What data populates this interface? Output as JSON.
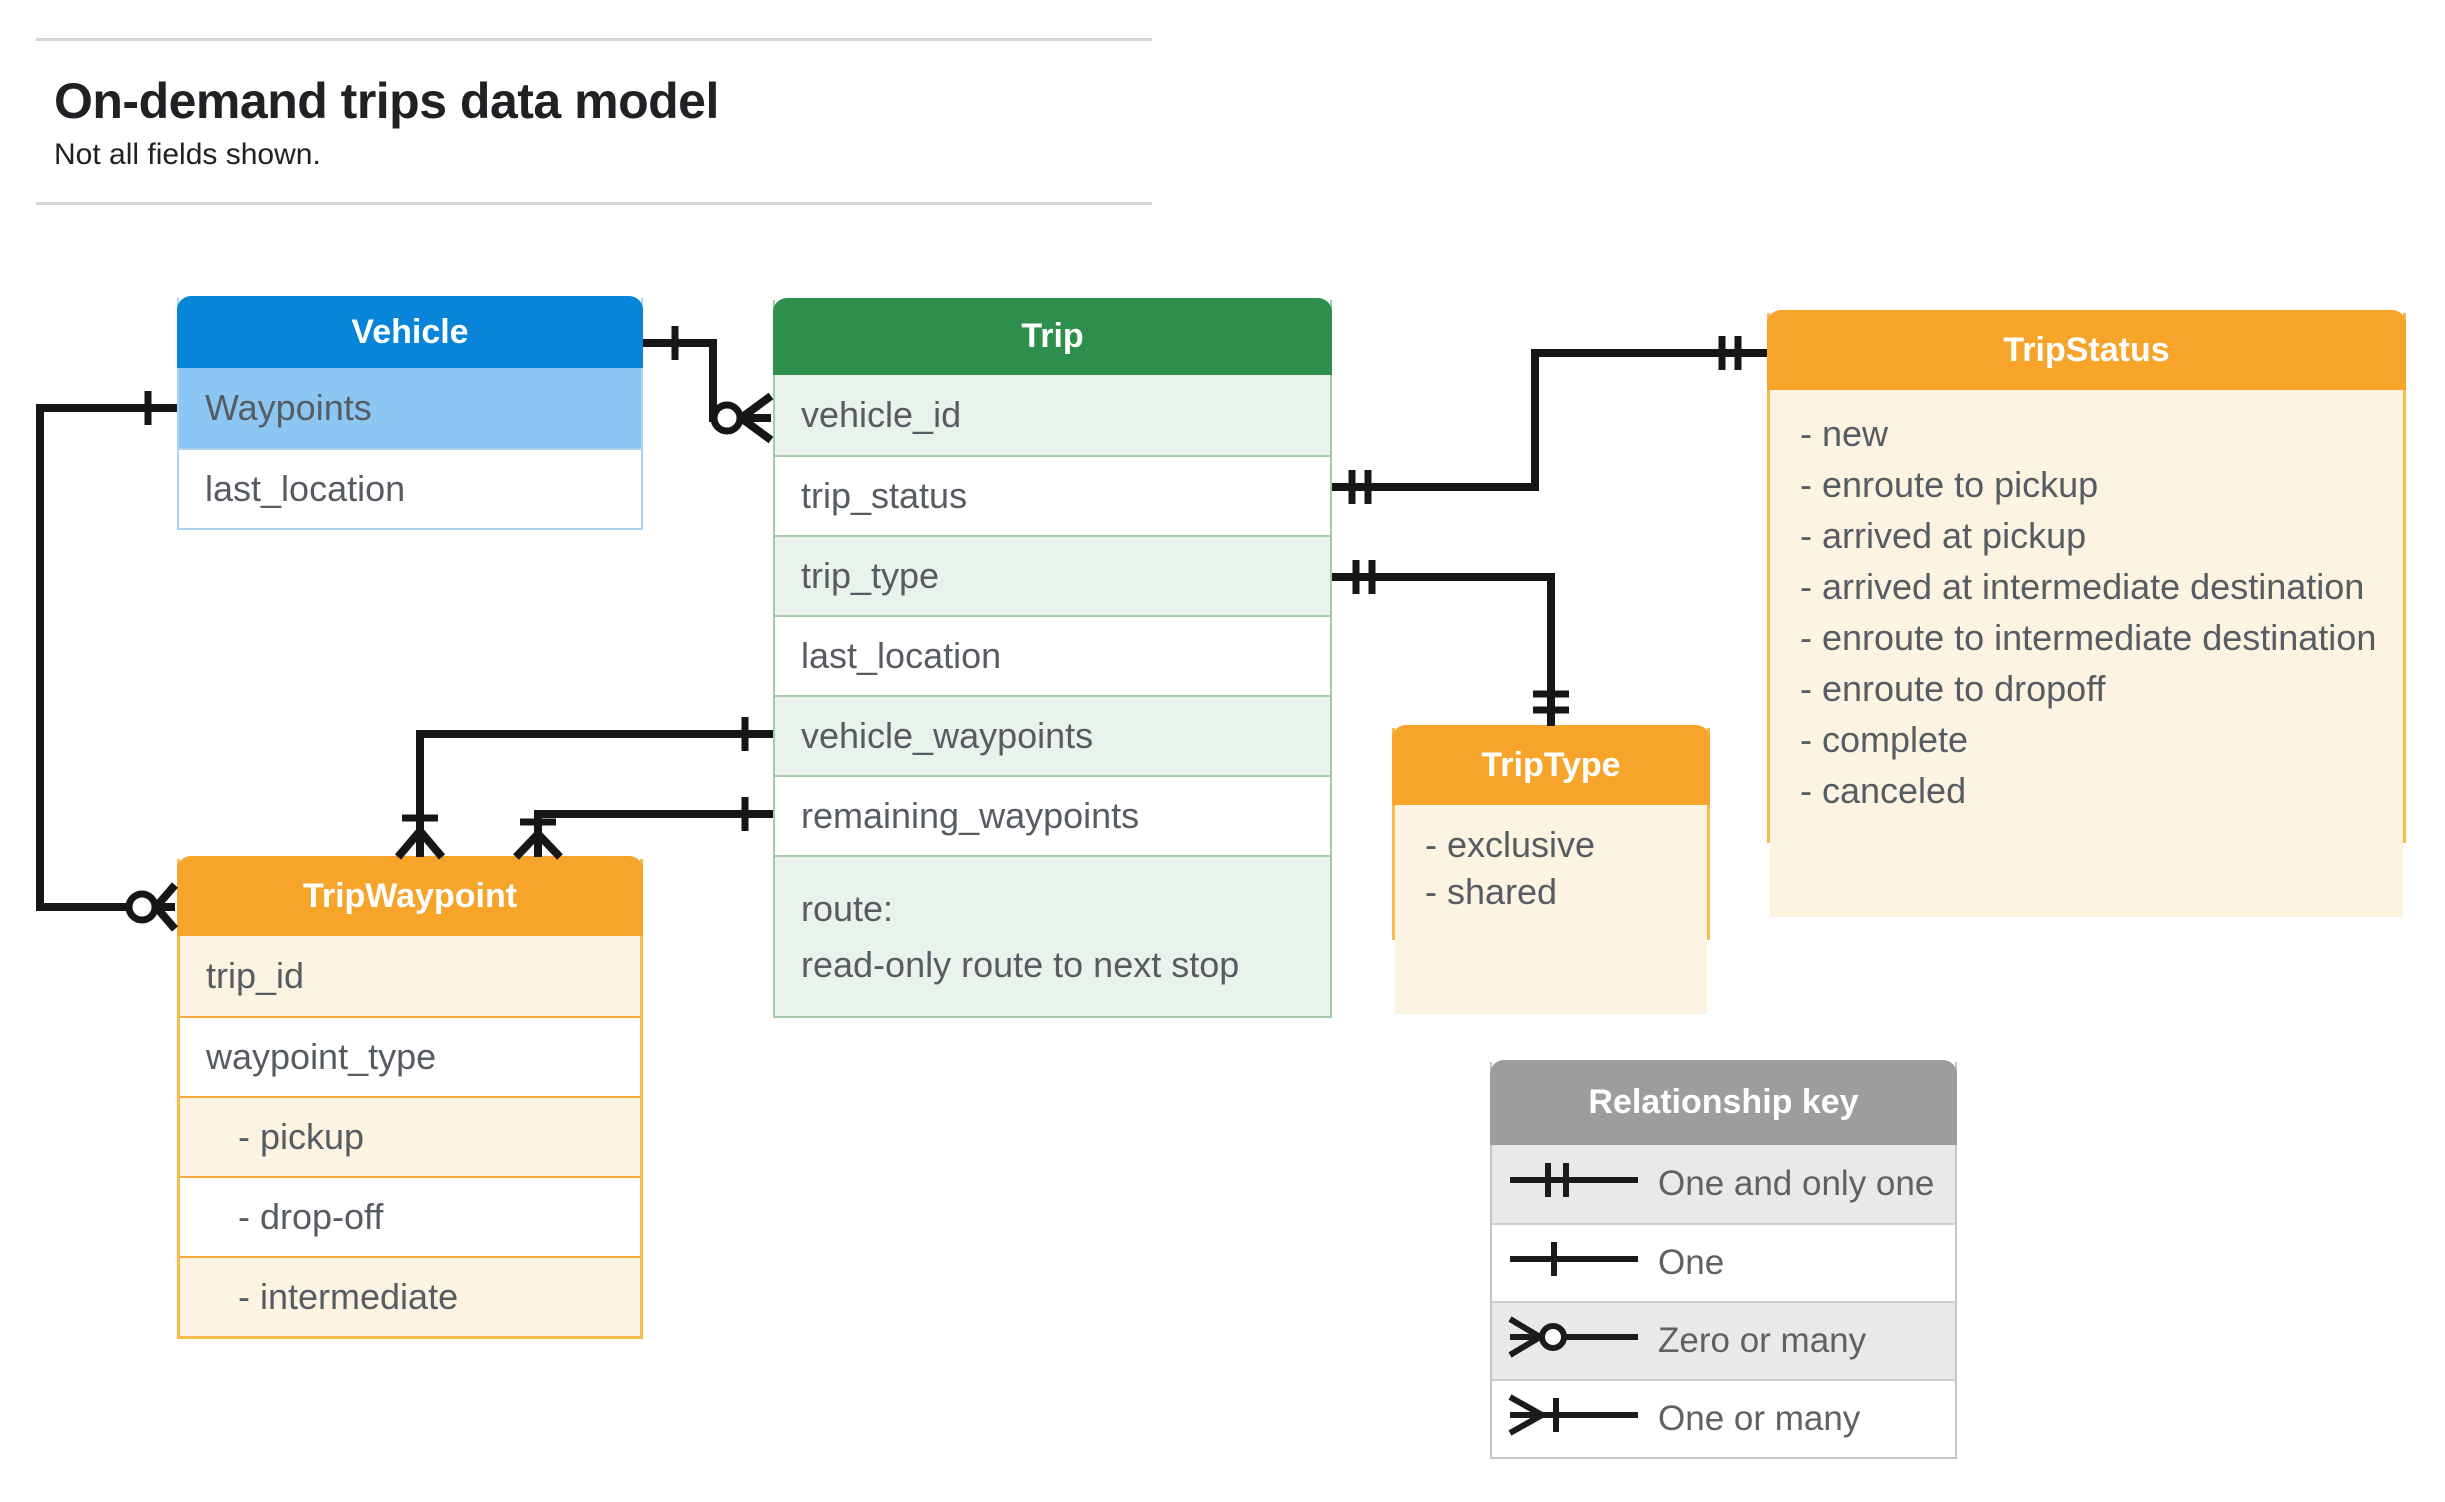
{
  "page": {
    "title": "On-demand trips data model",
    "subtitle": "Not all fields shown."
  },
  "entities": [
    {
      "id": "vehicle",
      "name": "Vehicle",
      "theme": "blue",
      "rows": [
        {
          "label": "Waypoints",
          "bg": "highlight"
        },
        {
          "label": "last_location",
          "bg": "plain"
        }
      ]
    },
    {
      "id": "trip",
      "name": "Trip",
      "theme": "green",
      "rows": [
        {
          "label": "vehicle_id",
          "bg": "tint"
        },
        {
          "label": "trip_status",
          "bg": "plain"
        },
        {
          "label": "trip_type",
          "bg": "tint"
        },
        {
          "label": "last_location",
          "bg": "plain"
        },
        {
          "label": "vehicle_waypoints",
          "bg": "tint"
        },
        {
          "label": "remaining_waypoints",
          "bg": "plain"
        },
        {
          "label": "route:",
          "label_line2": "read-only route to next stop",
          "bg": "tint",
          "tall": true
        }
      ]
    },
    {
      "id": "trip-status",
      "name": "TripStatus",
      "theme": "orange",
      "items": [
        "- new",
        "- enroute to pickup",
        "- arrived at pickup",
        "- arrived at intermediate destination",
        "- enroute to intermediate destination",
        "- enroute to dropoff",
        "- complete",
        "- canceled"
      ]
    },
    {
      "id": "trip-type",
      "name": "TripType",
      "theme": "orange",
      "items": [
        "- exclusive",
        "- shared"
      ]
    },
    {
      "id": "trip-waypoint",
      "name": "TripWaypoint",
      "theme": "orange",
      "rows": [
        {
          "label": "trip_id",
          "bg": "tint"
        },
        {
          "label": "waypoint_type",
          "bg": "plain"
        },
        {
          "label": "- pickup",
          "bg": "tint",
          "indent": true
        },
        {
          "label": "- drop-off",
          "bg": "plain",
          "indent": true
        },
        {
          "label": "- intermediate",
          "bg": "tint",
          "indent": true
        }
      ]
    }
  ],
  "legend": {
    "title": "Relationship key",
    "rows": [
      {
        "symbol": "one-and-only-one",
        "label": "One and only one",
        "bg": "tint"
      },
      {
        "symbol": "one",
        "label": "One",
        "bg": "plain"
      },
      {
        "symbol": "zero-or-many",
        "label": "Zero or many",
        "bg": "tint"
      },
      {
        "symbol": "one-or-many",
        "label": "One or many",
        "bg": "plain"
      }
    ]
  },
  "connectors": [
    {
      "from": "Vehicle",
      "to": "Trip.vehicle_id",
      "from_cardinality": "one",
      "to_cardinality": "zero-or-many"
    },
    {
      "from": "Vehicle.Waypoints",
      "to": "TripWaypoint",
      "from_cardinality": "one",
      "to_cardinality": "zero-or-many"
    },
    {
      "from": "Trip.trip_status",
      "to": "TripStatus",
      "from_cardinality": "one-and-only-one",
      "to_cardinality": "one-and-only-one"
    },
    {
      "from": "Trip.trip_type",
      "to": "TripType",
      "from_cardinality": "one-and-only-one",
      "to_cardinality": "one-and-only-one"
    },
    {
      "from": "Trip.vehicle_waypoints",
      "to": "TripWaypoint",
      "from_cardinality": "one",
      "to_cardinality": "one-or-many"
    },
    {
      "from": "Trip.remaining_waypoints",
      "to": "TripWaypoint",
      "from_cardinality": "one",
      "to_cardinality": "one-or-many"
    }
  ],
  "colors": {
    "blue_header": "#0884d8",
    "blue_row": "#8cc7f4",
    "green_header": "#2e8e4b",
    "green_row": "#e9f3ec",
    "orange_header": "#f7a42b",
    "orange_row": "#fdf3e2",
    "gray_header": "#9d9d9d",
    "gray_row": "#e9e9e9",
    "connector": "#161616",
    "text": "#565c61"
  }
}
